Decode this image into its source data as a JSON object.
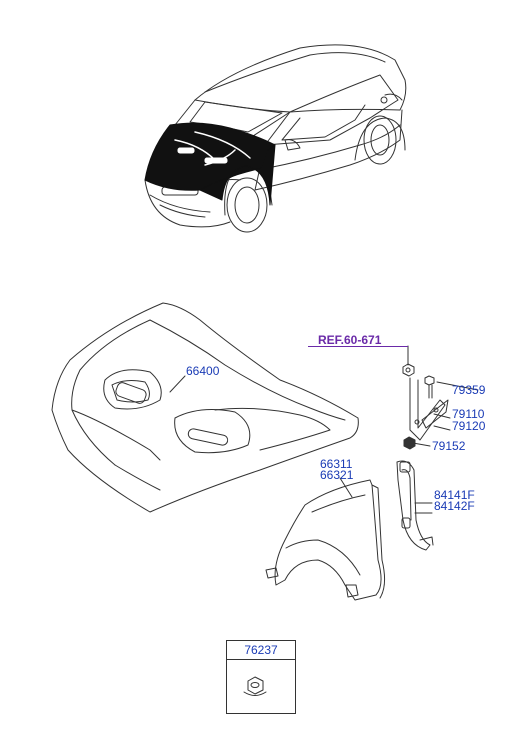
{
  "reference": {
    "label": "REF.60-671"
  },
  "parts": {
    "hood": "66400",
    "bolt": "79359",
    "hinge_lh": "79110",
    "hinge_rh": "79120",
    "nut": "79152",
    "fender_lh": "66311",
    "fender_rh": "66321",
    "fender_liner_lh": "84141F",
    "fender_liner_rh": "84142F",
    "nut_box": "76237"
  },
  "colors": {
    "part_label": "#1a3bb5",
    "reference_label": "#6a2aa8",
    "line": "#333333"
  }
}
